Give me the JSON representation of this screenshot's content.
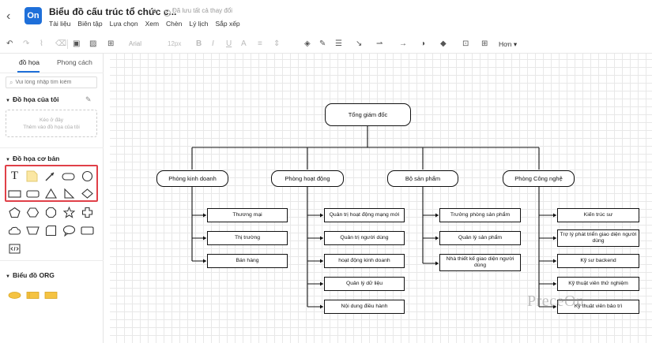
{
  "header": {
    "back_icon": "‹",
    "logo_text": "On",
    "title": "Biểu đồ cấu trúc tổ chức c...",
    "star_icon": "☆",
    "save_status": "Đã lưu tất cả thay đổi",
    "menu": [
      "Tài liệu",
      "Biên tập",
      "Lựa chọn",
      "Xem",
      "Chèn",
      "Lý lịch",
      "Sắp xếp"
    ]
  },
  "toolbar": {
    "font": "Arial",
    "font_size": "12px",
    "more_label": "Hơn"
  },
  "sidebar": {
    "tabs": [
      "đồ họa",
      "Phong cách"
    ],
    "search_placeholder": "Vui lòng nhập tìm kiếm",
    "my_graphics_title": "Đồ họa của tôi",
    "dropzone_line1": "Kéo ở đây",
    "dropzone_line2": "Thêm vào đồ họa của tôi",
    "basic_title": "Đồ họa cơ bản",
    "text_shape": "T",
    "org_title": "Biểu đồ ORG"
  },
  "diagram": {
    "root": "Tổng giám đốc",
    "departments": [
      {
        "label": "Phòng kinh doanh",
        "children": [
          "Thương mại",
          "Thị trường",
          "Bán hàng"
        ]
      },
      {
        "label": "Phòng hoạt động",
        "children": [
          "Quản trị hoạt động mạng mới",
          "Quản trị người dùng",
          "hoạt động kinh doanh",
          "Quản lý dữ liệu",
          "Nội dung điều hành"
        ]
      },
      {
        "label": "Bộ sản phẩm",
        "children": [
          "Trưởng phòng sản phẩm",
          "Quản lý sản phẩm",
          "Nhà thiết kế giao diện người dùng"
        ]
      },
      {
        "label": "Phòng Công nghệ",
        "children": [
          "Kiến trúc sư",
          "Trợ lý phát triển giao diện người dùng",
          "Kỹ sư backend",
          "Kỹ thuật viên thử nghiệm",
          "Kỹ thuật viên bảo trì"
        ]
      }
    ]
  },
  "watermark": "PreceOn"
}
